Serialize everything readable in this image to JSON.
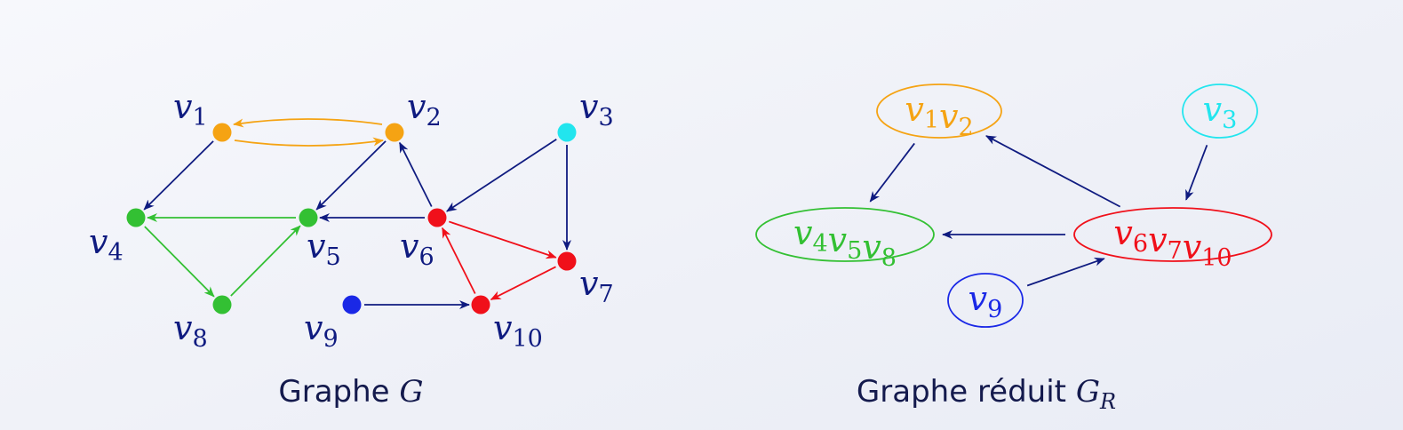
{
  "colors": {
    "navy": "#0f1b80",
    "orange": "#f5a313",
    "green": "#33c033",
    "red": "#f0101a",
    "cyan": "#22e5ee",
    "blue": "#1a28e6",
    "caption": "#141a4d"
  },
  "graph_g": {
    "caption_text": "Graphe ",
    "caption_symbol": "G",
    "nodes": [
      {
        "id": "v1",
        "base": "v",
        "sub": "1",
        "color": "orange"
      },
      {
        "id": "v2",
        "base": "v",
        "sub": "2",
        "color": "orange"
      },
      {
        "id": "v3",
        "base": "v",
        "sub": "3",
        "color": "cyan"
      },
      {
        "id": "v4",
        "base": "v",
        "sub": "4",
        "color": "green"
      },
      {
        "id": "v5",
        "base": "v",
        "sub": "5",
        "color": "green"
      },
      {
        "id": "v6",
        "base": "v",
        "sub": "6",
        "color": "red"
      },
      {
        "id": "v7",
        "base": "v",
        "sub": "7",
        "color": "red"
      },
      {
        "id": "v8",
        "base": "v",
        "sub": "8",
        "color": "green"
      },
      {
        "id": "v9",
        "base": "v",
        "sub": "9",
        "color": "blue"
      },
      {
        "id": "v10",
        "base": "v",
        "sub": "10",
        "color": "red"
      }
    ],
    "edges": [
      {
        "from": "v1",
        "to": "v2",
        "color": "orange"
      },
      {
        "from": "v2",
        "to": "v1",
        "color": "orange"
      },
      {
        "from": "v1",
        "to": "v4",
        "color": "navy"
      },
      {
        "from": "v2",
        "to": "v5",
        "color": "navy"
      },
      {
        "from": "v6",
        "to": "v2",
        "color": "navy"
      },
      {
        "from": "v3",
        "to": "v6",
        "color": "navy"
      },
      {
        "from": "v3",
        "to": "v7",
        "color": "navy"
      },
      {
        "from": "v5",
        "to": "v4",
        "color": "green"
      },
      {
        "from": "v4",
        "to": "v8",
        "color": "green"
      },
      {
        "from": "v8",
        "to": "v5",
        "color": "green"
      },
      {
        "from": "v6",
        "to": "v5",
        "color": "navy"
      },
      {
        "from": "v6",
        "to": "v7",
        "color": "red"
      },
      {
        "from": "v7",
        "to": "v10",
        "color": "red"
      },
      {
        "from": "v10",
        "to": "v6",
        "color": "red"
      },
      {
        "from": "v9",
        "to": "v10",
        "color": "navy"
      }
    ]
  },
  "graph_gr": {
    "caption_text": "Graphe réduit ",
    "caption_symbol": "G",
    "caption_sub": "R",
    "nodes": [
      {
        "id": "c12",
        "parts": [
          [
            "v",
            "1"
          ],
          [
            "v",
            "2"
          ]
        ],
        "color": "orange"
      },
      {
        "id": "c3",
        "parts": [
          [
            "v",
            "3"
          ]
        ],
        "color": "cyan"
      },
      {
        "id": "c458",
        "parts": [
          [
            "v",
            "4"
          ],
          [
            "v",
            "5"
          ],
          [
            "v",
            "8"
          ]
        ],
        "color": "green"
      },
      {
        "id": "c6710",
        "parts": [
          [
            "v",
            "6"
          ],
          [
            "v",
            "7"
          ],
          [
            "v",
            "10"
          ]
        ],
        "color": "red"
      },
      {
        "id": "c9",
        "parts": [
          [
            "v",
            "9"
          ]
        ],
        "color": "blue"
      }
    ],
    "edges": [
      {
        "from": "c12",
        "to": "c458",
        "color": "navy"
      },
      {
        "from": "c6710",
        "to": "c12",
        "color": "navy"
      },
      {
        "from": "c3",
        "to": "c6710",
        "color": "navy"
      },
      {
        "from": "c6710",
        "to": "c458",
        "color": "navy"
      },
      {
        "from": "c9",
        "to": "c6710",
        "color": "navy"
      }
    ]
  }
}
